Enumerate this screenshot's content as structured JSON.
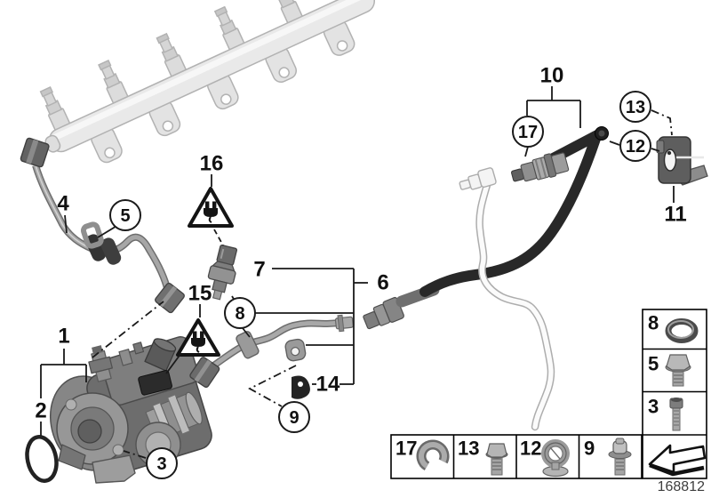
{
  "part_number": "168812",
  "colors": {
    "leader_line": "#1a1a1a",
    "hose_black": "#282828",
    "metal_mid": "#9a9a9a",
    "reference_light_gray": "#e6e6e6",
    "pump_dark": "#6d6d6d"
  },
  "callouts": {
    "n1": {
      "label": "1",
      "circled": false,
      "target": "pump-bracket-group"
    },
    "n2": {
      "label": "2",
      "circled": false,
      "target": "o-ring-seal"
    },
    "n3": {
      "label": "3",
      "circled": true,
      "target": "pump-mounting-screw"
    },
    "n4": {
      "label": "4",
      "circled": false,
      "target": "fuel-feed-pipe"
    },
    "n5": {
      "label": "5",
      "circled": true,
      "target": "pipe-clip"
    },
    "n6": {
      "label": "6",
      "circled": false,
      "target": "high-pressure-pipe-assembly"
    },
    "n7": {
      "label": "7",
      "circled": false,
      "target": "pressure-sensor"
    },
    "n8": {
      "label": "8",
      "circled": true,
      "target": "pipe-clamp-block"
    },
    "n9": {
      "label": "9",
      "circled": true,
      "target": "clamp-bolt"
    },
    "n10": {
      "label": "10",
      "circled": false,
      "target": "fuel-hose"
    },
    "n11": {
      "label": "11",
      "circled": false,
      "target": "holder-bracket"
    },
    "n12": {
      "label": "12",
      "circled": true,
      "target": "hose-elbow-clamp"
    },
    "n13": {
      "label": "13",
      "circled": true,
      "target": "bracket-bolt"
    },
    "n14": {
      "label": "14",
      "circled": false,
      "target": "rubber-clamp"
    },
    "n15": {
      "label": "15",
      "circled": false,
      "target": "electrical-warning-pump"
    },
    "n16": {
      "label": "16",
      "circled": false,
      "target": "electrical-warning-sensor"
    },
    "n17": {
      "label": "17",
      "circled": true,
      "target": "quick-connector"
    }
  },
  "warning_icon": "electrical-plug-hazard-triangle",
  "legend": {
    "bottom_row": [
      {
        "label": "17",
        "icon": "retaining-clip-icon"
      },
      {
        "label": "13",
        "icon": "hex-flange-bolt-icon"
      },
      {
        "label": "12",
        "icon": "cable-holder-clamp-icon"
      },
      {
        "label": "9",
        "icon": "torx-flange-bolt-icon"
      }
    ],
    "right_column": [
      {
        "label": "8",
        "icon": "o-ring-icon"
      },
      {
        "label": "5",
        "icon": "hex-flange-bolt-icon"
      },
      {
        "label": "3",
        "icon": "socket-head-screw-icon"
      },
      {
        "label": "",
        "icon": "direction-arrow-icon"
      }
    ]
  }
}
